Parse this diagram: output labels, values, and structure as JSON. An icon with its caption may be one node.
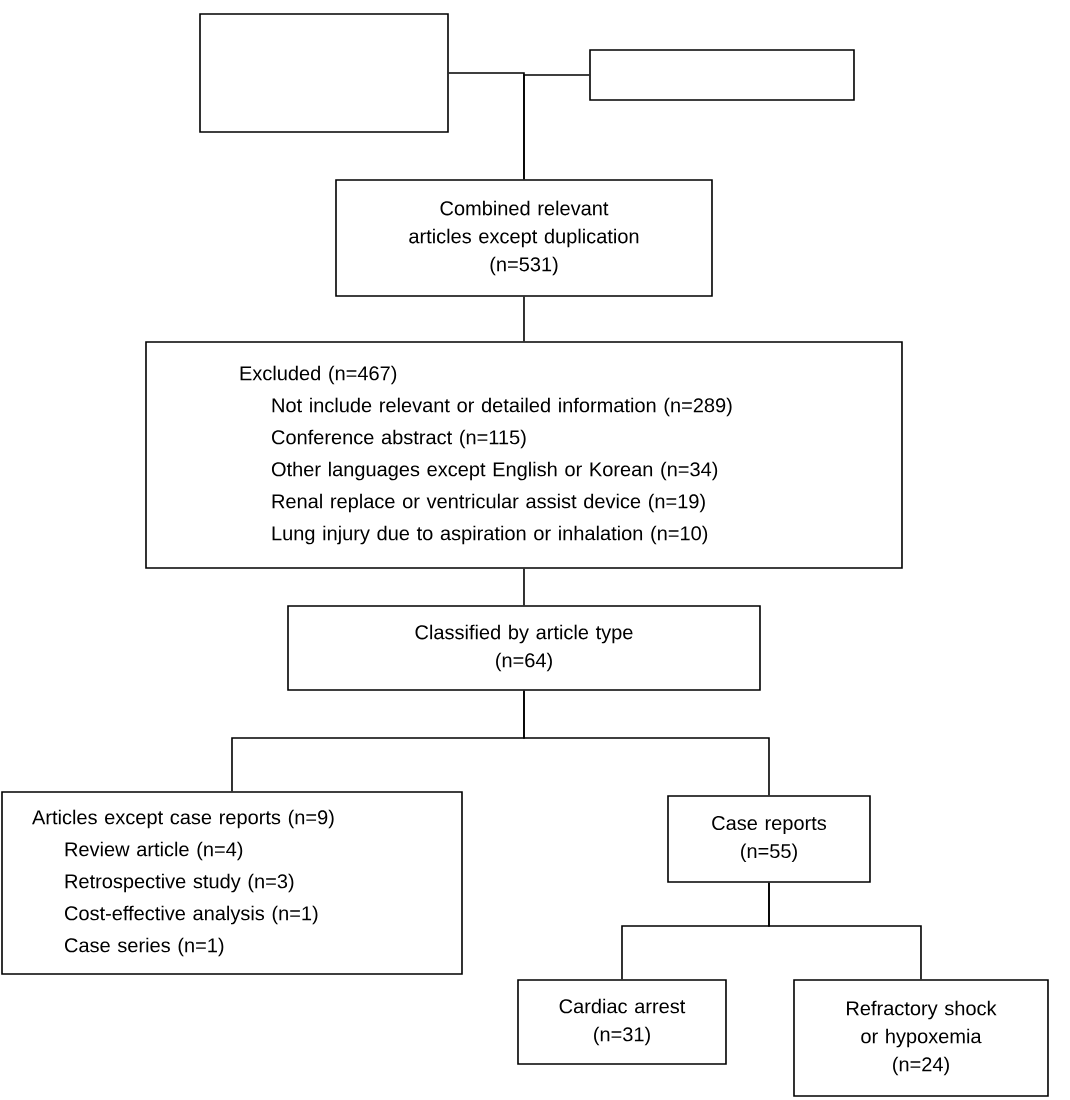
{
  "diagram": {
    "nodes": [
      {
        "text": [],
        "shape": "box"
      },
      {
        "text": [],
        "shape": "box"
      },
      {
        "text": [
          "Combined relevant articles except duplication",
          "(n=531)"
        ]
      },
      {
        "text": [
          "Excluded (n=467)",
          "Not include relevant or detailed information (n=289)",
          "Conference abstract (n=115)",
          "Other languages except English or Korean (n=34)",
          "Renal replace or ventricular assist device (n=19)",
          "Lung injury due to aspiration or inhalation (n=10)"
        ]
      },
      {
        "text": [
          "Classified by article type",
          "(n=64)"
        ]
      },
      {
        "text": [
          "Articles except case reports (n=9)",
          "Review article (n=4)",
          "Retrospective study (n=3)",
          "Cost-effective analysis (n=1)",
          "Case series (n=1)"
        ]
      },
      {
        "text": [
          "Case reports",
          "(n=55)"
        ]
      },
      {
        "text": [
          "Cardiac arrest",
          "(n=31)"
        ]
      },
      {
        "text": [
          "Refractory shock or hypoxemia",
          "(n=24)"
        ]
      }
    ],
    "edges": [
      {
        "from": 0,
        "to": 2,
        "arrow": "none"
      },
      {
        "from": 1,
        "to": 2,
        "arrow": "none"
      },
      {
        "from": 2,
        "to": 3,
        "arrow": "none"
      },
      {
        "from": 3,
        "to": 4,
        "arrow": "none"
      },
      {
        "from": 4,
        "to": 5,
        "arrow": "none"
      },
      {
        "from": 4,
        "to": 6,
        "arrow": "none"
      },
      {
        "from": 6,
        "to": 7,
        "arrow": "none"
      },
      {
        "from": 6,
        "to": 8,
        "arrow": "none"
      }
    ]
  }
}
